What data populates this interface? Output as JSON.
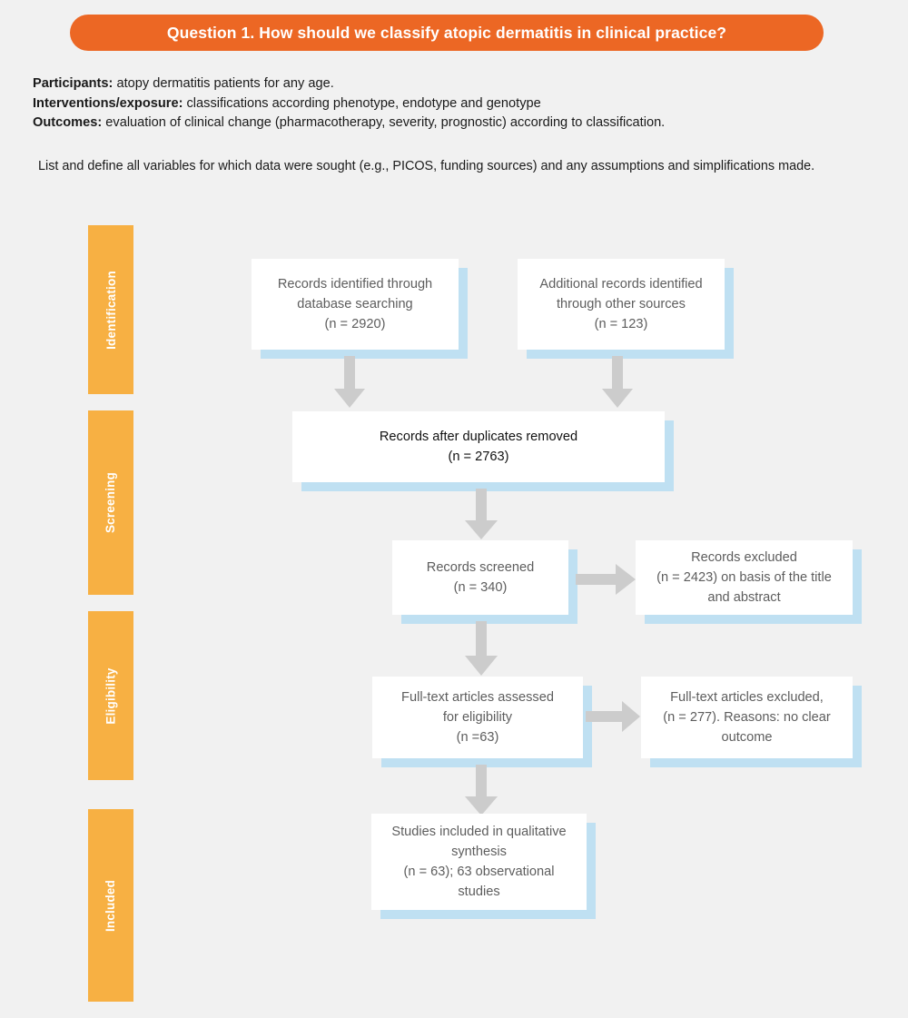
{
  "header": {
    "title": "Question 1. How should we classify atopic dermatitis in clinical practice?",
    "color": "#ec6724"
  },
  "picos": {
    "participants_label": "Participants:",
    "participants_text": " atopy dermatitis patients for any age.",
    "interventions_label": "Interventions/exposure:",
    "interventions_text": " classifications according phenotype, endotype and genotype",
    "outcomes_label": "Outcomes:",
    "outcomes_text": " evaluation of clinical change (pharmacotherapy, severity, prognostic) according to classification."
  },
  "note": "List and define all variables for which data were sought (e.g., PICOS, funding sources) and any assumptions and simplifications made.",
  "stages": [
    {
      "label": "Identification",
      "color": "#f7b043"
    },
    {
      "label": "Screening",
      "color": "#f7b043"
    },
    {
      "label": "Eligibility",
      "color": "#f7b043"
    },
    {
      "label": "Included",
      "color": "#f7b043"
    }
  ],
  "chart_data": {
    "type": "diagram",
    "title": "PRISMA flow diagram",
    "nodes": [
      {
        "id": "db_search",
        "label": "Records identified through\ndatabase searching\n(n = 2920)",
        "n": 2920,
        "stage": "Identification"
      },
      {
        "id": "other_sources",
        "label": "Additional records identified\nthrough other sources\n(n = 123)",
        "n": 123,
        "stage": "Identification"
      },
      {
        "id": "dedup",
        "label": "Records after duplicates removed\n(n = 2763)",
        "n": 2763,
        "stage": "Screening"
      },
      {
        "id": "screened",
        "label": "Records screened\n(n = 340)",
        "n": 340,
        "stage": "Screening"
      },
      {
        "id": "rec_excluded",
        "label": "Records excluded\n(n = 2423) on basis of the title\nand abstract",
        "n": 2423,
        "stage": "Screening"
      },
      {
        "id": "fulltext",
        "label": "Full-text articles assessed\nfor eligibility\n(n =63)",
        "n": 63,
        "stage": "Eligibility"
      },
      {
        "id": "ft_excluded",
        "label": "Full-text articles excluded,\n(n = 277). Reasons: no clear\noutcome",
        "n": 277,
        "stage": "Eligibility"
      },
      {
        "id": "included",
        "label": "Studies included in qualitative\nsynthesis\n(n = 63); 63 observational\nstudies",
        "n": 63,
        "stage": "Included"
      }
    ],
    "edges": [
      {
        "from": "db_search",
        "to": "dedup",
        "direction": "down"
      },
      {
        "from": "other_sources",
        "to": "dedup",
        "direction": "down"
      },
      {
        "from": "dedup",
        "to": "screened",
        "direction": "down"
      },
      {
        "from": "screened",
        "to": "fulltext",
        "direction": "down"
      },
      {
        "from": "screened",
        "to": "rec_excluded",
        "direction": "right"
      },
      {
        "from": "fulltext",
        "to": "included",
        "direction": "down"
      },
      {
        "from": "fulltext",
        "to": "ft_excluded",
        "direction": "right"
      }
    ]
  },
  "boxes": {
    "db_search": {
      "l1": "Records identified through",
      "l2": "database searching",
      "l3": "(n = 2920)"
    },
    "other_sources": {
      "l1": "Additional records identified",
      "l2": "through other sources",
      "l3": "(n = 123)"
    },
    "dedup": {
      "l1": "Records after duplicates removed",
      "l2": "(n = 2763)"
    },
    "screened": {
      "l1": "Records screened",
      "l2": "(n = 340)"
    },
    "rec_excluded": {
      "l1": "Records excluded",
      "l2": "(n = 2423) on basis of the title",
      "l3": "and abstract"
    },
    "fulltext": {
      "l1": "Full-text articles assessed",
      "l2": "for eligibility",
      "l3": "(n =63)"
    },
    "ft_excluded": {
      "l1": "Full-text articles excluded,",
      "l2": "(n = 277). Reasons: no clear",
      "l3": "outcome"
    },
    "included": {
      "l1": "Studies included in qualitative",
      "l2": "synthesis",
      "l3": "(n = 63); 63 observational",
      "l4": "studies"
    }
  },
  "colors": {
    "background": "#f1f1f1",
    "box_fill": "#ffffff",
    "box_shadow": "#bfe0f2",
    "arrow": "#cccccc",
    "text_gray": "#5d5d5d",
    "text_dark": "#111111"
  }
}
